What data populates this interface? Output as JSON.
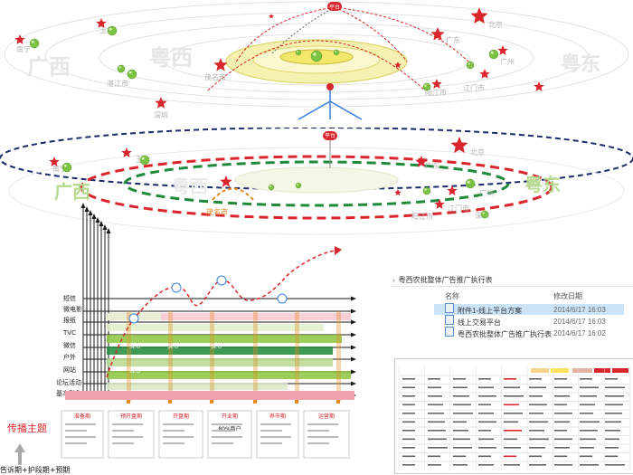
{
  "top_diagram": {
    "regions": [
      "广西",
      "粤西",
      "粤东"
    ],
    "cities": [
      "南宁",
      "玉林",
      "茂名市",
      "湛江市",
      "北京",
      "广东",
      "广州",
      "阳江市",
      "江门市",
      "深圳"
    ],
    "center_badge": "平台"
  },
  "mid_diagram": {
    "regions": [
      "广西",
      "粤西",
      "粤东"
    ],
    "cities": [
      "南宁",
      "玉林",
      "茂名市",
      "北京",
      "广东",
      "广州",
      "阳江市",
      "江门市",
      "深圳"
    ],
    "center_badge": "平台"
  },
  "chart": {
    "rows": [
      "短信",
      "微电影",
      "报纸",
      "TVC",
      "微信",
      "户外",
      "网站",
      "论坛活动",
      "基本形象"
    ],
    "phases": [
      "准备期",
      "预开盘期",
      "开盘期",
      "开业期",
      "养市期",
      "运营期"
    ],
    "phase_note": "80%商户",
    "bar_tags": [
      "SEO",
      "SEO",
      "SEO",
      "SEO"
    ],
    "theme_label": "传播主题",
    "bottom_caption": "告诉期+护段期+预期"
  },
  "explorer": {
    "breadcrumb": "粤西农批整体广告推广执行表",
    "col_name": "名称",
    "col_date": "修改日期",
    "files": [
      {
        "name": "附件1-线上平台方案",
        "date": "2014/6/17 16:03"
      },
      {
        "name": "线上交易平台",
        "date": "2014/6/17 16:03"
      },
      {
        "name": "粤西农批整体广告推广执行表",
        "date": "2014/6/17 16:02"
      }
    ]
  },
  "colors": {
    "red": "#d9262c",
    "green": "#1f8a3a",
    "lime": "#8cc63f",
    "navy": "#1c2a6b",
    "yellow": "#f3e86b"
  }
}
